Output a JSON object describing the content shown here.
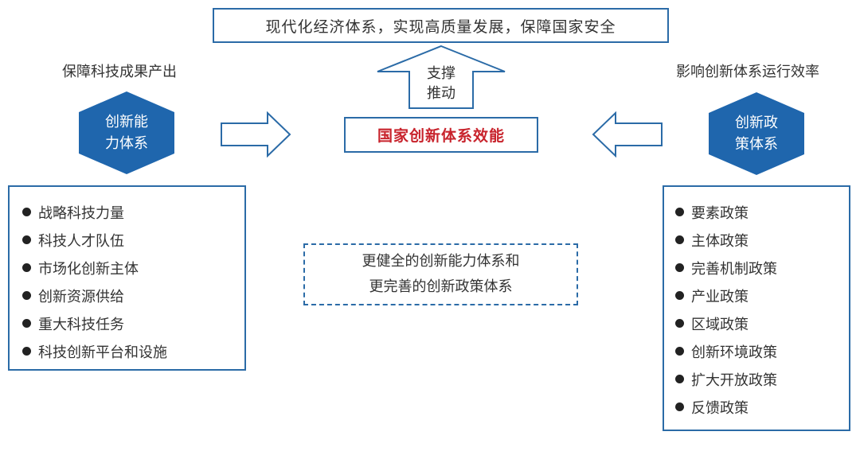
{
  "top_goal": "现代化经济体系，实现高质量发展，保障国家安全",
  "support": {
    "line1": "支撑",
    "line2": "推动"
  },
  "center": "国家创新体系效能",
  "left": {
    "label": "保障科技成果产出",
    "hex": "创新能力体系",
    "items": [
      "战略科技力量",
      "科技人才队伍",
      "市场化创新主体",
      "创新资源供给",
      "重大科技任务",
      "科技创新平台和设施"
    ]
  },
  "right": {
    "label": "影响创新体系运行效率",
    "hex": "创新政策体系",
    "items": [
      "要素政策",
      "主体政策",
      "完善机制政策",
      "产业政策",
      "区域政策",
      "创新环境政策",
      "扩大开放政策",
      "反馈政策"
    ]
  },
  "dashed": {
    "line1": "更健全的创新能力体系和",
    "line2": "更完善的创新政策体系"
  },
  "colors": {
    "border": "#2b6ba7",
    "hex_fill": "#1f66ad",
    "center_text": "#c8232c"
  }
}
